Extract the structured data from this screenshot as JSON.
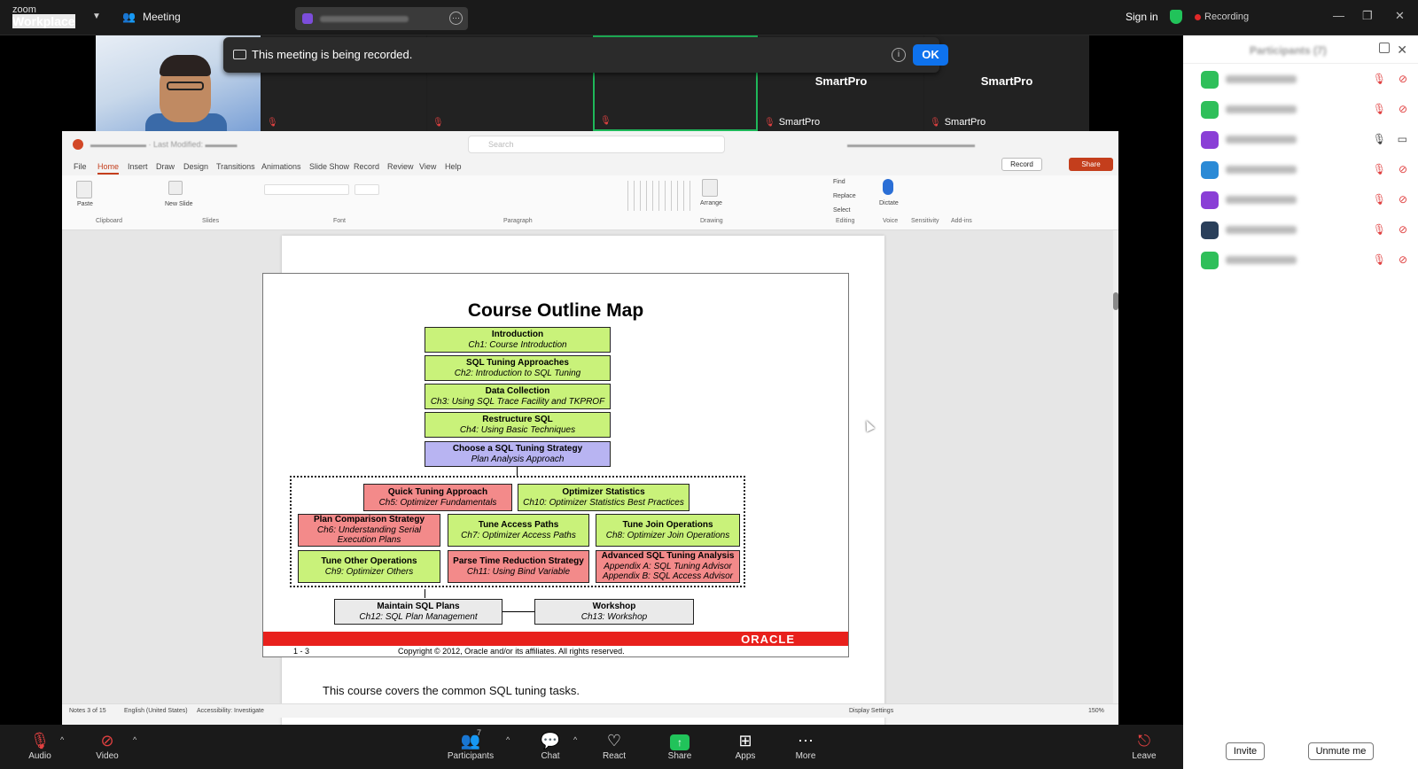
{
  "topbar": {
    "brand_small": "zoom",
    "brand": "Workplace",
    "meeting_label": "Meeting",
    "sign_in": "Sign in",
    "recording": "Recording"
  },
  "banner": {
    "text": "This meeting is being recorded.",
    "ok": "OK"
  },
  "tiles": [
    {
      "name": "SmartPro",
      "label": "SmartPro"
    },
    {
      "name": "SmartPro",
      "label": "SmartPro"
    }
  ],
  "ppt": {
    "menu": [
      "File",
      "Home",
      "Insert",
      "Draw",
      "Design",
      "Transitions",
      "Animations",
      "Slide Show",
      "Record",
      "Review",
      "View",
      "Help"
    ],
    "record": "Record",
    "share": "Share",
    "search": "Search",
    "groups": [
      "Clipboard",
      "Slides",
      "Font",
      "Paragraph",
      "Drawing",
      "Editing",
      "Voice",
      "Sensitivity",
      "Add-ins"
    ],
    "ribbon": {
      "paste": "Paste",
      "new_slide": "New Slide",
      "find": "Find",
      "replace": "Replace",
      "select": "Select",
      "dictate": "Dictate",
      "arrange": "Arrange"
    },
    "status": {
      "slide": "Notes 3 of 15",
      "lang": "English (United States)",
      "access": "Accessibility: Investigate",
      "display": "Display Settings",
      "zoom": "150%"
    }
  },
  "slide": {
    "title": "Course Outline Map",
    "boxes": {
      "intro": {
        "t": "Introduction",
        "s": "Ch1: Course Introduction"
      },
      "approaches": {
        "t": "SQL Tuning Approaches",
        "s": "Ch2: Introduction to SQL Tuning"
      },
      "collection": {
        "t": "Data Collection",
        "s": "Ch3: Using SQL Trace Facility and TKPROF"
      },
      "restructure": {
        "t": "Restructure SQL",
        "s": "Ch4: Using Basic Techniques"
      },
      "strategy": {
        "t": "Choose a SQL Tuning Strategy",
        "s": "Plan Analysis Approach"
      },
      "quick": {
        "t": "Quick Tuning Approach",
        "s": "Ch5: Optimizer Fundamentals"
      },
      "stats": {
        "t": "Optimizer Statistics",
        "s": "Ch10: Optimizer Statistics Best Practices"
      },
      "plancomp": {
        "t": "Plan Comparison Strategy",
        "s": "Ch6: Understanding Serial Execution  Plans"
      },
      "access": {
        "t": "Tune Access Paths",
        "s": "Ch7: Optimizer Access Paths"
      },
      "join": {
        "t": "Tune Join Operations",
        "s": "Ch8: Optimizer Join Operations"
      },
      "other": {
        "t": "Tune Other Operations",
        "s": "Ch9: Optimizer Others"
      },
      "parse": {
        "t": "Parse Time Reduction Strategy",
        "s": "Ch11: Using  Bind Variable"
      },
      "advanced": {
        "t": "Advanced  SQL Tuning Analysis",
        "s": "Appendix A: SQL Tuning Advisor",
        "s2": "Appendix B: SQL Access Advisor"
      },
      "maintain": {
        "t": "Maintain SQL Plans",
        "s": "Ch12: SQL Plan Management"
      },
      "workshop": {
        "t": "Workshop",
        "s": "Ch13: Workshop"
      }
    },
    "oracle": "ORACLE",
    "page_no": "1 - 3",
    "copyright": "Copyright © 2012, Oracle and/or its affiliates. All rights reserved."
  },
  "notes": "This course covers the common SQL tuning tasks.",
  "panel": {
    "invite": "Invite",
    "unmute": "Unmute me"
  },
  "bottom": {
    "audio": "Audio",
    "video": "Video",
    "participants": "Participants",
    "participants_count": "7",
    "chat": "Chat",
    "react": "React",
    "share": "Share",
    "apps": "Apps",
    "more": "More",
    "leave": "Leave"
  }
}
